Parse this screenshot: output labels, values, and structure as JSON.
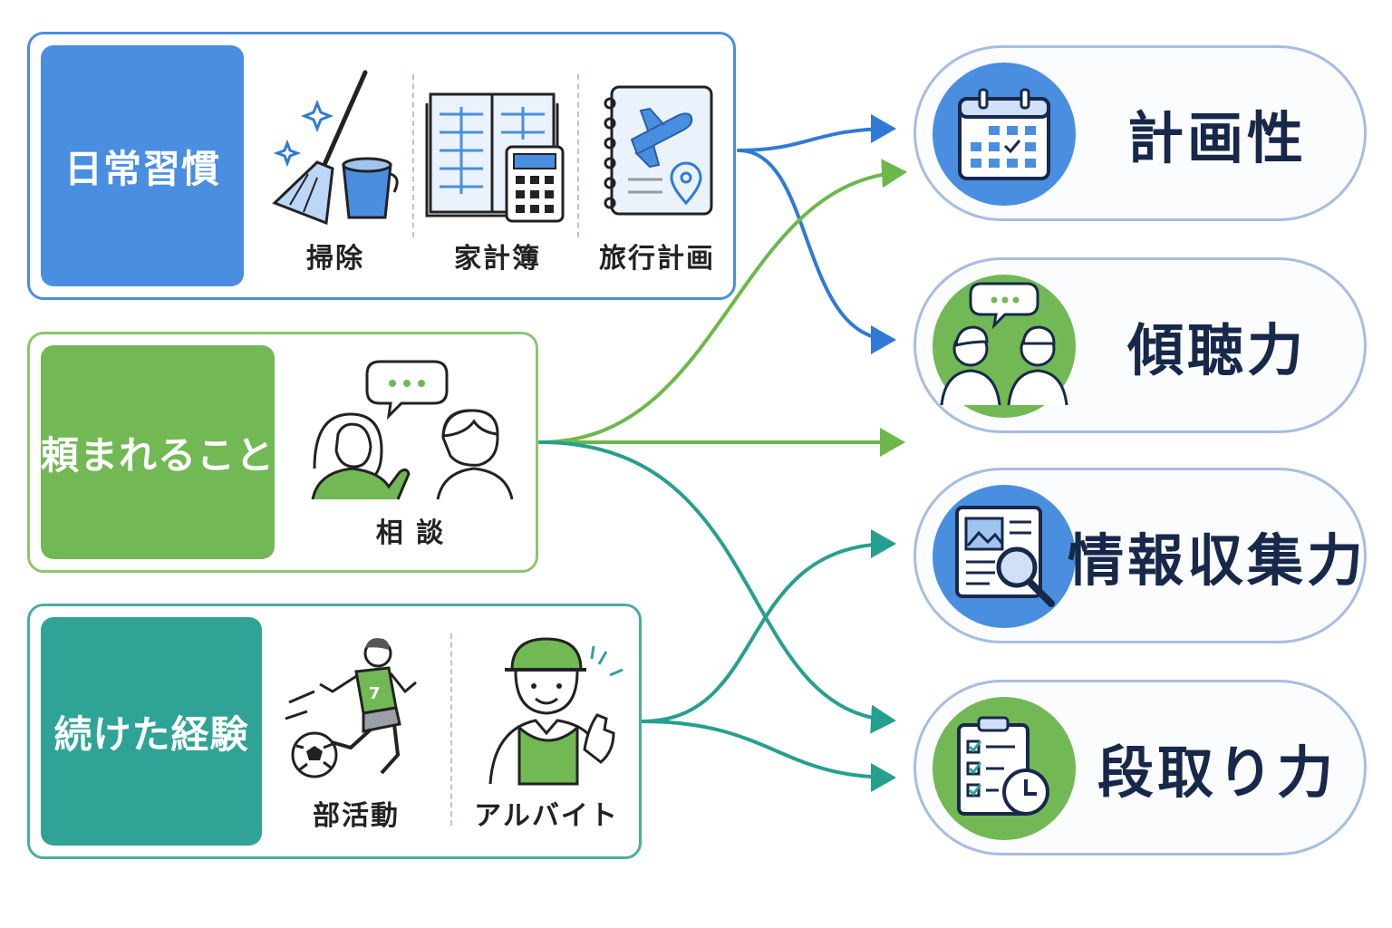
{
  "colors": {
    "blue": "#4a8ee0",
    "green": "#72b855",
    "teal": "#2fa396",
    "navy": "#17284a",
    "border_blue": "#4a8ee0",
    "border_green": "#8cc56e",
    "border_teal": "#49ad9f",
    "skill_border": "#a6bde3"
  },
  "groups": [
    {
      "label": "日常習慣",
      "items": [
        {
          "label": "掃除",
          "icon": "broom-bucket-icon"
        },
        {
          "label": "家計簿",
          "icon": "ledger-calculator-icon"
        },
        {
          "label": "旅行計画",
          "icon": "travel-planner-icon"
        }
      ]
    },
    {
      "label": "頼まれること",
      "items": [
        {
          "label": "相 談",
          "icon": "conversation-icon"
        }
      ]
    },
    {
      "label": "続けた経験",
      "items": [
        {
          "label": "部活動",
          "icon": "soccer-player-icon"
        },
        {
          "label": "アルバイト",
          "icon": "part-time-worker-icon"
        }
      ]
    }
  ],
  "skills": [
    {
      "name": "計画性",
      "icon": "calendar-icon"
    },
    {
      "name": "傾聴力",
      "icon": "listening-people-icon"
    },
    {
      "name": "情報収集力",
      "icon": "document-search-icon"
    },
    {
      "name": "段取り力",
      "icon": "checklist-clock-icon"
    }
  ]
}
